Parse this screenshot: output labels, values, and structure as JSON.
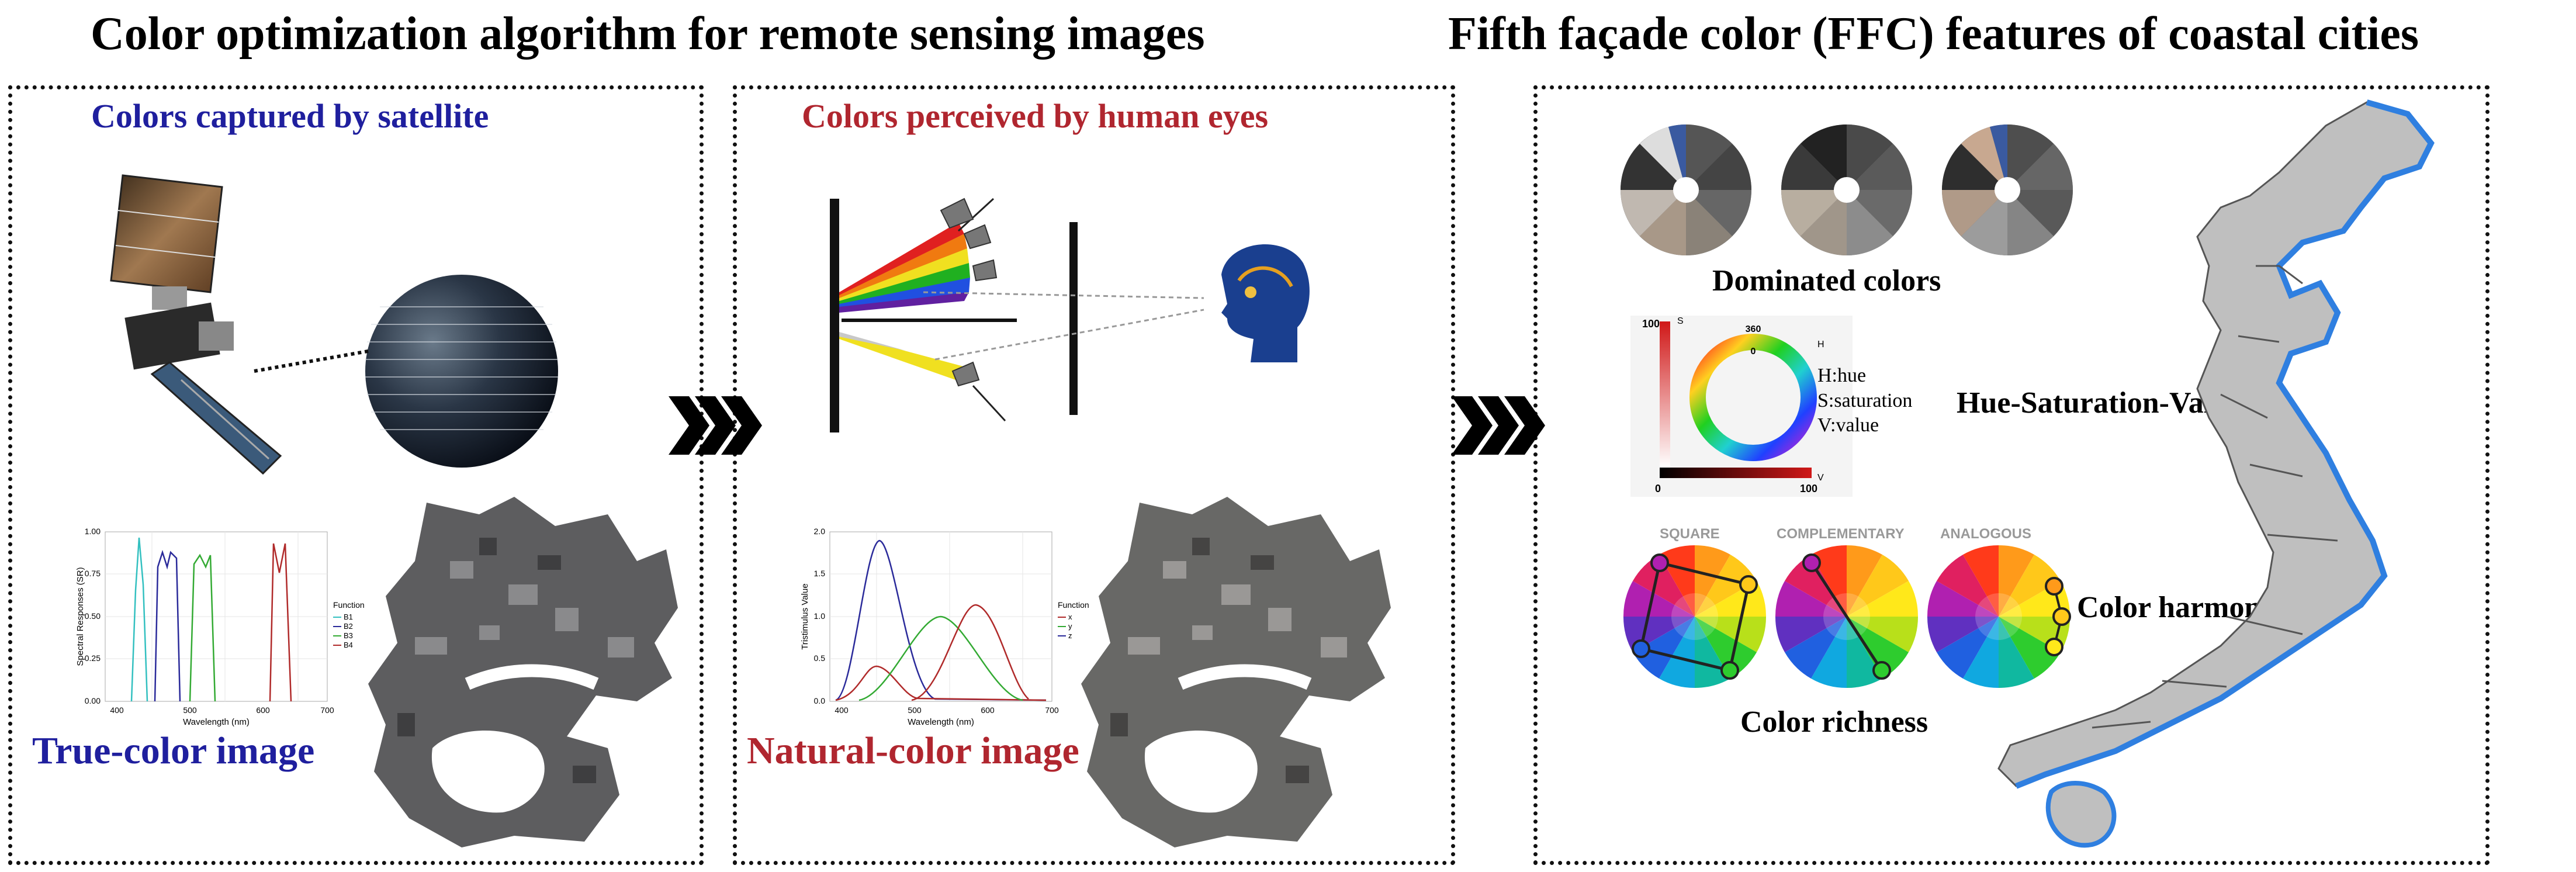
{
  "headings": {
    "left": "Color optimization algorithm for remote sensing images",
    "right": "Fifth façade color (FFC) features of coastal cities"
  },
  "panel1": {
    "title": "Colors captured by satellite",
    "image_label": "True-color image",
    "chart": {
      "ylabel": "Spectral Responses (SR)",
      "xlabel": "Wavelength (nm)",
      "legend_title": "Function",
      "legend": [
        "B1",
        "B2",
        "B3",
        "B4"
      ],
      "yticks": [
        "0.00",
        "0.25",
        "0.50",
        "0.75",
        "1.00"
      ],
      "xticks": [
        "400",
        "500",
        "600",
        "700"
      ]
    }
  },
  "panel2": {
    "title": "Colors perceived by human eyes",
    "image_label": "Natural-color image",
    "chart": {
      "ylabel": "Tristimulus Value",
      "xlabel": "Wavelength (nm)",
      "legend_title": "Function",
      "legend": [
        "x",
        "y",
        "z"
      ],
      "yticks": [
        "0.0",
        "0.5",
        "1.0",
        "1.5",
        "2.0"
      ],
      "xticks": [
        "400",
        "500",
        "600",
        "700"
      ]
    }
  },
  "panel3": {
    "dominated_label": "Dominated colors",
    "hsv_label": "Hue-Saturation-Value",
    "hsv": {
      "axis_s": "S",
      "axis_v": "V",
      "axis_h": "H",
      "s_max": "100",
      "v_max": "100",
      "origin": "0",
      "hue_top": "360",
      "hue_zero": "0",
      "legend": [
        "H:hue",
        "S:saturation",
        "V:value"
      ]
    },
    "harmony_label": "Color harmony",
    "richness_label": "Color richness",
    "wheels": [
      "SQUARE",
      "COMPLEMENTARY",
      "ANALOGOUS"
    ]
  },
  "colors": {
    "title_blue": "#1f1f9e",
    "title_red": "#b0262f",
    "map_gray": "#bfbfbf",
    "coast_blue": "#2f7fe0"
  }
}
